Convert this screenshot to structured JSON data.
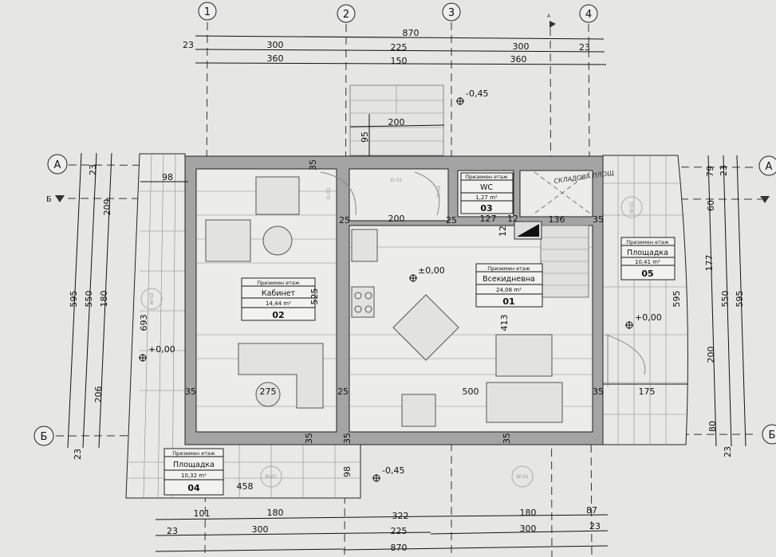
{
  "axes": {
    "columns": [
      "1",
      "2",
      "3",
      "4"
    ],
    "rows": [
      "А",
      "Б"
    ],
    "section_marker": "Б",
    "section_marker_top": "А"
  },
  "dims": {
    "top_total": "870",
    "top_mid": [
      "23",
      "300",
      "225",
      "300",
      "23"
    ],
    "top_inner": [
      "360",
      "150",
      "360"
    ],
    "bottom_openings": [
      "101",
      "180",
      "322",
      "180",
      "87"
    ],
    "bottom_mid": [
      "23",
      "300",
      "225",
      "300",
      "23"
    ],
    "bottom_total": "870",
    "left": [
      "595",
      "550",
      "180",
      "23",
      "209",
      "206",
      "23"
    ],
    "right": [
      "79",
      "60",
      "177",
      "200",
      "80",
      "23",
      "550",
      "595",
      "23"
    ],
    "stair": [
      "200",
      "95"
    ],
    "interior": [
      "35",
      "25",
      "200",
      "25",
      "127",
      "12",
      "136",
      "35",
      "12",
      "525",
      "275",
      "35",
      "25",
      "500",
      "35",
      "175",
      "413",
      "35",
      "35",
      "35",
      "458",
      "98",
      "693",
      "98",
      "595"
    ]
  },
  "levels": [
    "-0,45",
    "±0,00",
    "+0,00",
    "+0,00",
    "-0,45"
  ],
  "rooms": [
    {
      "floor": "Приземен етаж",
      "name": "Всекидневна",
      "area": "24,08 m²",
      "id": "01"
    },
    {
      "floor": "Приземен етаж",
      "name": "Кабинет",
      "area": "14,44 m²",
      "id": "02"
    },
    {
      "floor": "Приземен етаж",
      "name": "WC",
      "area": "1,27 m²",
      "id": "03"
    },
    {
      "floor": "Приземен етаж",
      "name": "Площадка",
      "area": "10,32 m²",
      "id": "04"
    },
    {
      "floor": "Приземен етаж",
      "name": "Площадка",
      "area": "10,41 m²",
      "id": "05"
    }
  ],
  "tags": [
    "W-01",
    "W-01",
    "W-02",
    "W-01",
    "D-02",
    "D-03",
    "D-04"
  ],
  "handwritten_note": "СКЛАДОВА ПЛОЩ"
}
